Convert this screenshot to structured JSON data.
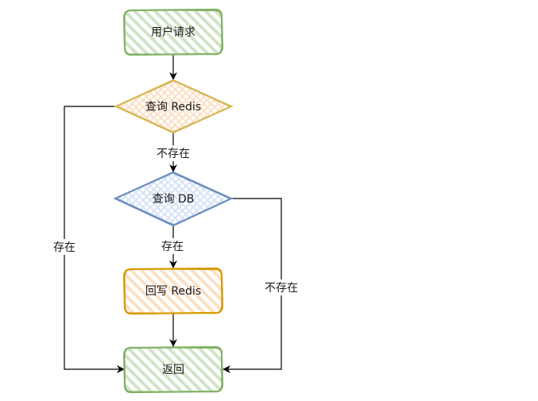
{
  "diagram": {
    "nodes": {
      "user_request": {
        "label": "用户请求",
        "shape": "rounded-rect",
        "stroke": "#82b366",
        "fill": "#d5e8d4"
      },
      "query_redis": {
        "label": "查询 Redis",
        "shape": "diamond",
        "stroke": "#d6b656",
        "fill": "#ffe6cc"
      },
      "query_db": {
        "label": "查询 DB",
        "shape": "diamond",
        "stroke": "#6c8ebf",
        "fill": "#dae8fc"
      },
      "write_back_redis": {
        "label": "回写 Redis",
        "shape": "rounded-rect",
        "stroke": "#d79b00",
        "fill": "#ffe6cc"
      },
      "return": {
        "label": "返回",
        "shape": "rounded-rect",
        "stroke": "#82b366",
        "fill": "#d5e8d4"
      }
    },
    "edges": {
      "redis_not_exist": {
        "label": "不存在"
      },
      "redis_exist": {
        "label": "存在"
      },
      "db_exist": {
        "label": "存在"
      },
      "db_not_exist": {
        "label": "不存在"
      }
    }
  }
}
